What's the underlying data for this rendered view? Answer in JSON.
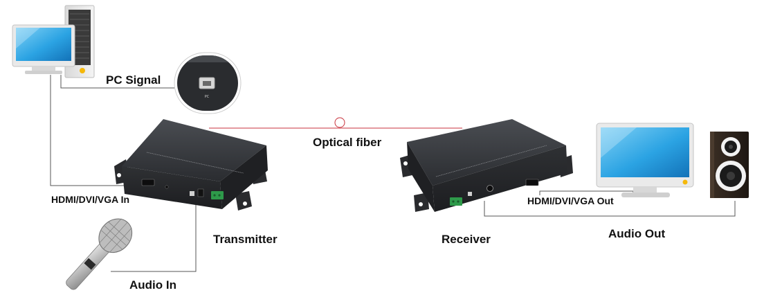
{
  "labels": {
    "pc_signal": "PC Signal",
    "optical_fiber": "Optical fiber",
    "hdmi_in": "HDMI/DVI/VGA In",
    "hdmi_out": "HDMI/DVI/VGA Out",
    "transmitter": "Transmitter",
    "receiver": "Receiver",
    "audio_in": "Audio In",
    "audio_out": "Audio Out"
  },
  "icons": {
    "pc": "desktop-computer-icon",
    "usb_closeup": "usb-port-closeup-icon",
    "transmitter": "transmitter-device-icon",
    "receiver": "receiver-device-icon",
    "monitor": "monitor-icon",
    "speaker": "speaker-icon",
    "microphone": "microphone-icon"
  },
  "colors": {
    "fiber": "#c8323c",
    "cable": "#555555",
    "device_body": "#2b2d30",
    "screen": "#29a3e0",
    "terminal_green": "#2e9a4a"
  }
}
